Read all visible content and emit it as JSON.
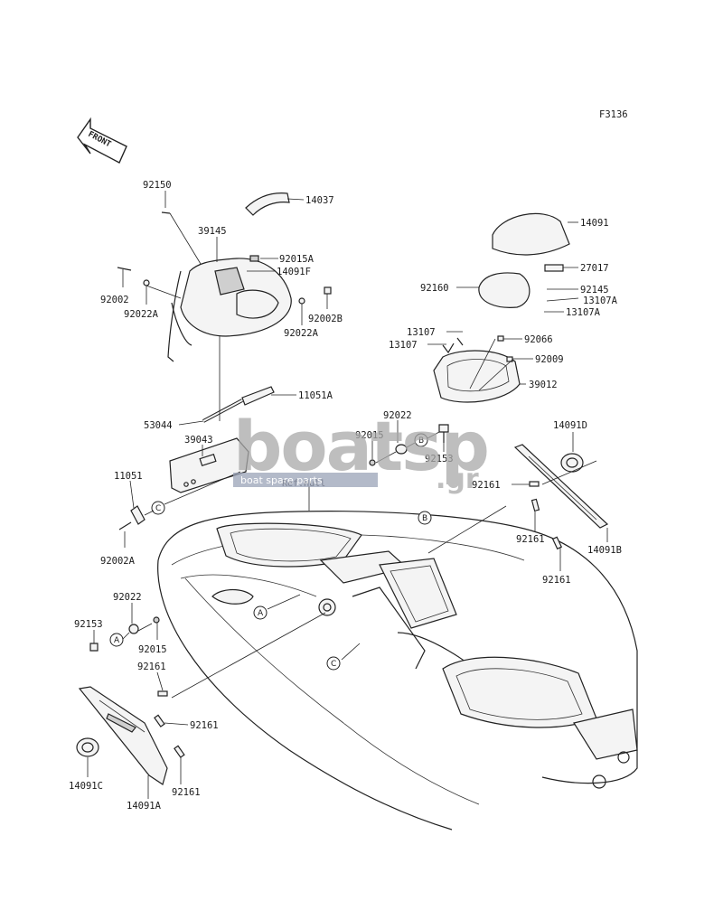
{
  "figure_code": "F3136",
  "front_arrow_text": "FRONT",
  "ref_label": "Ref.Hull",
  "callout_letters": {
    "a": "A",
    "b": "B",
    "c": "C"
  },
  "watermark": {
    "main": "boatsp",
    "suffix": ".gr",
    "sub": "boat spare parts"
  },
  "parts": {
    "p92150": "92150",
    "p14037": "14037",
    "p39145": "39145",
    "p92015A": "92015A",
    "p14091F": "14091F",
    "p92002": "92002",
    "p92022A_l": "92022A",
    "p92002B": "92002B",
    "p92022A_r": "92022A",
    "p11051A": "11051A",
    "p53044": "53044",
    "p39043": "39043",
    "p11051": "11051",
    "p92002A": "92002A",
    "p92022_mid": "92022",
    "p92015_mid": "92015",
    "p92153_mid": "92153",
    "p14091": "14091",
    "p27017": "27017",
    "p92160": "92160",
    "p92145": "92145",
    "p13107A_1": "13107A",
    "p13107A_2": "13107A",
    "p13107_1": "13107",
    "p13107_2": "13107",
    "p92066": "92066",
    "p92009": "92009",
    "p39012": "39012",
    "p14091D": "14091D",
    "p92161_r1": "92161",
    "p92161_r2": "92161",
    "p14091B": "14091B",
    "p92161_r3": "92161",
    "p92022_l": "92022",
    "p92153_l": "92153",
    "p92015_l": "92015",
    "p92161_l1": "92161",
    "p92161_l2": "92161",
    "p92161_l3": "92161",
    "p14091C": "14091C",
    "p14091A": "14091A"
  }
}
